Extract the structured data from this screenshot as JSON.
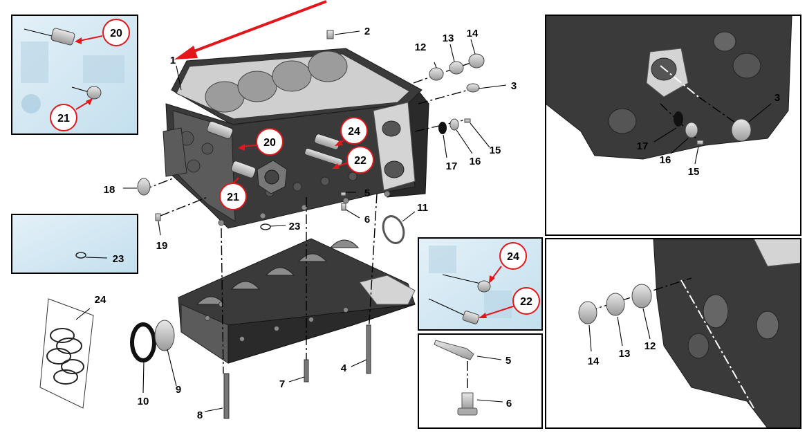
{
  "callouts": {
    "c1": "1",
    "c2": "2",
    "c3": "3",
    "c4": "4",
    "c5": "5",
    "c6": "6",
    "c7": "7",
    "c8": "8",
    "c9": "9",
    "c10": "10",
    "c11": "11",
    "c12": "12",
    "c13": "13",
    "c14": "14",
    "c15": "15",
    "c16": "16",
    "c17": "17",
    "c18": "18",
    "c19": "19",
    "c20": "20",
    "c21": "21",
    "c22": "22",
    "c23": "23",
    "c24": "24"
  },
  "colors": {
    "highlight_red": "#e3161b",
    "block": "#3a3a3a",
    "inset_bg": "#cfe6f2"
  }
}
